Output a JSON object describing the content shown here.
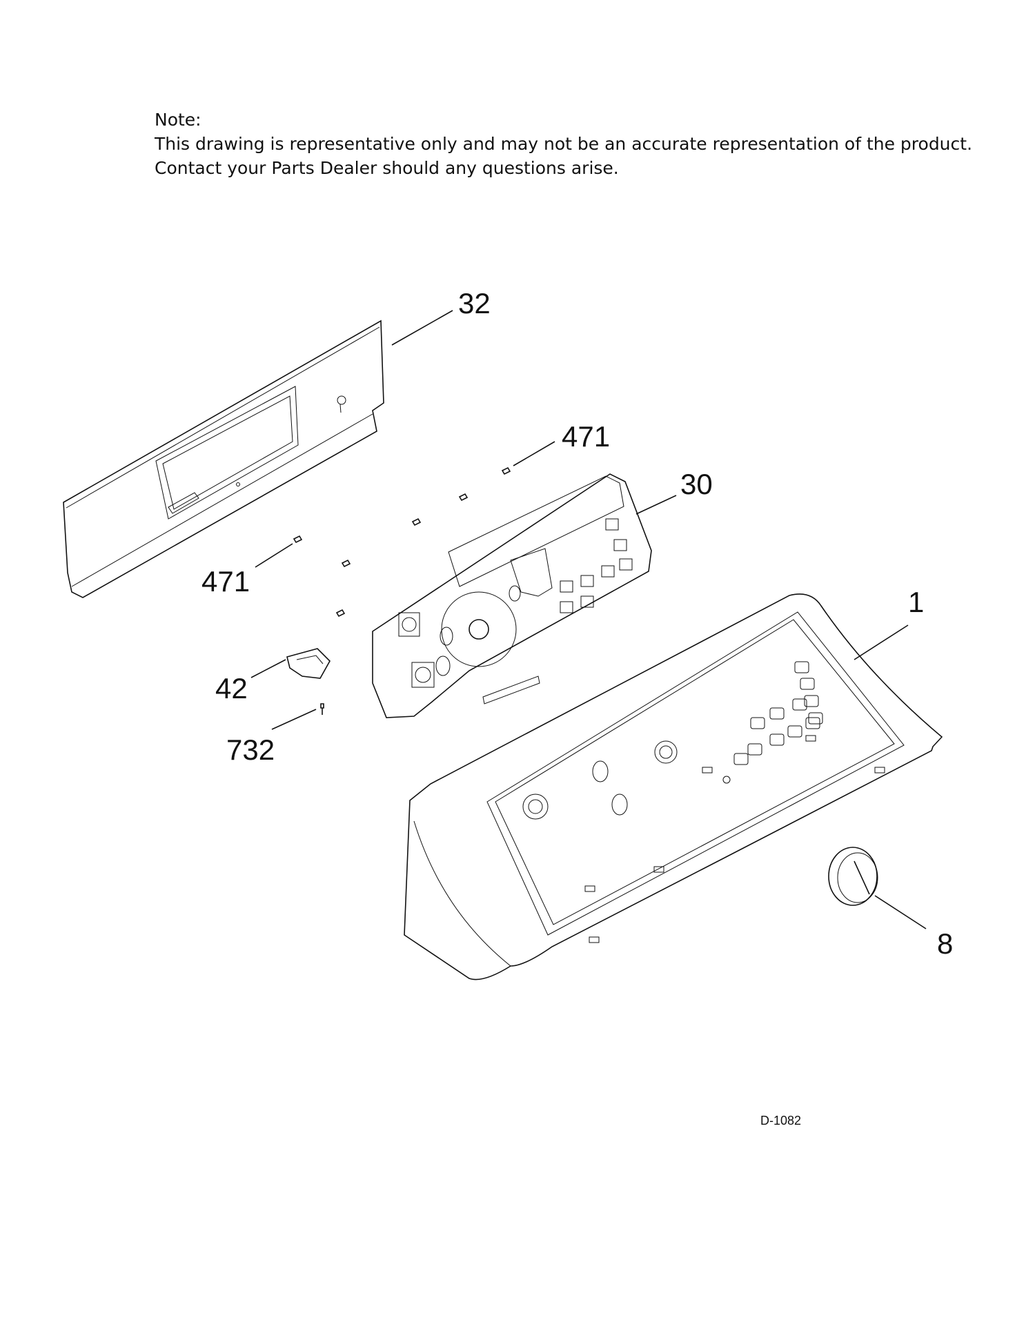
{
  "note": {
    "heading": "Note:",
    "line1": "This drawing is representative only and may not be an accurate representation of the product.",
    "line2": "Contact your Parts Dealer should any questions arise."
  },
  "callouts": {
    "c32": "32",
    "c471a": "471",
    "c30": "30",
    "c471b": "471",
    "c1": "1",
    "c42": "42",
    "c732": "732",
    "c8": "8"
  },
  "drawing_id": "D-1082"
}
